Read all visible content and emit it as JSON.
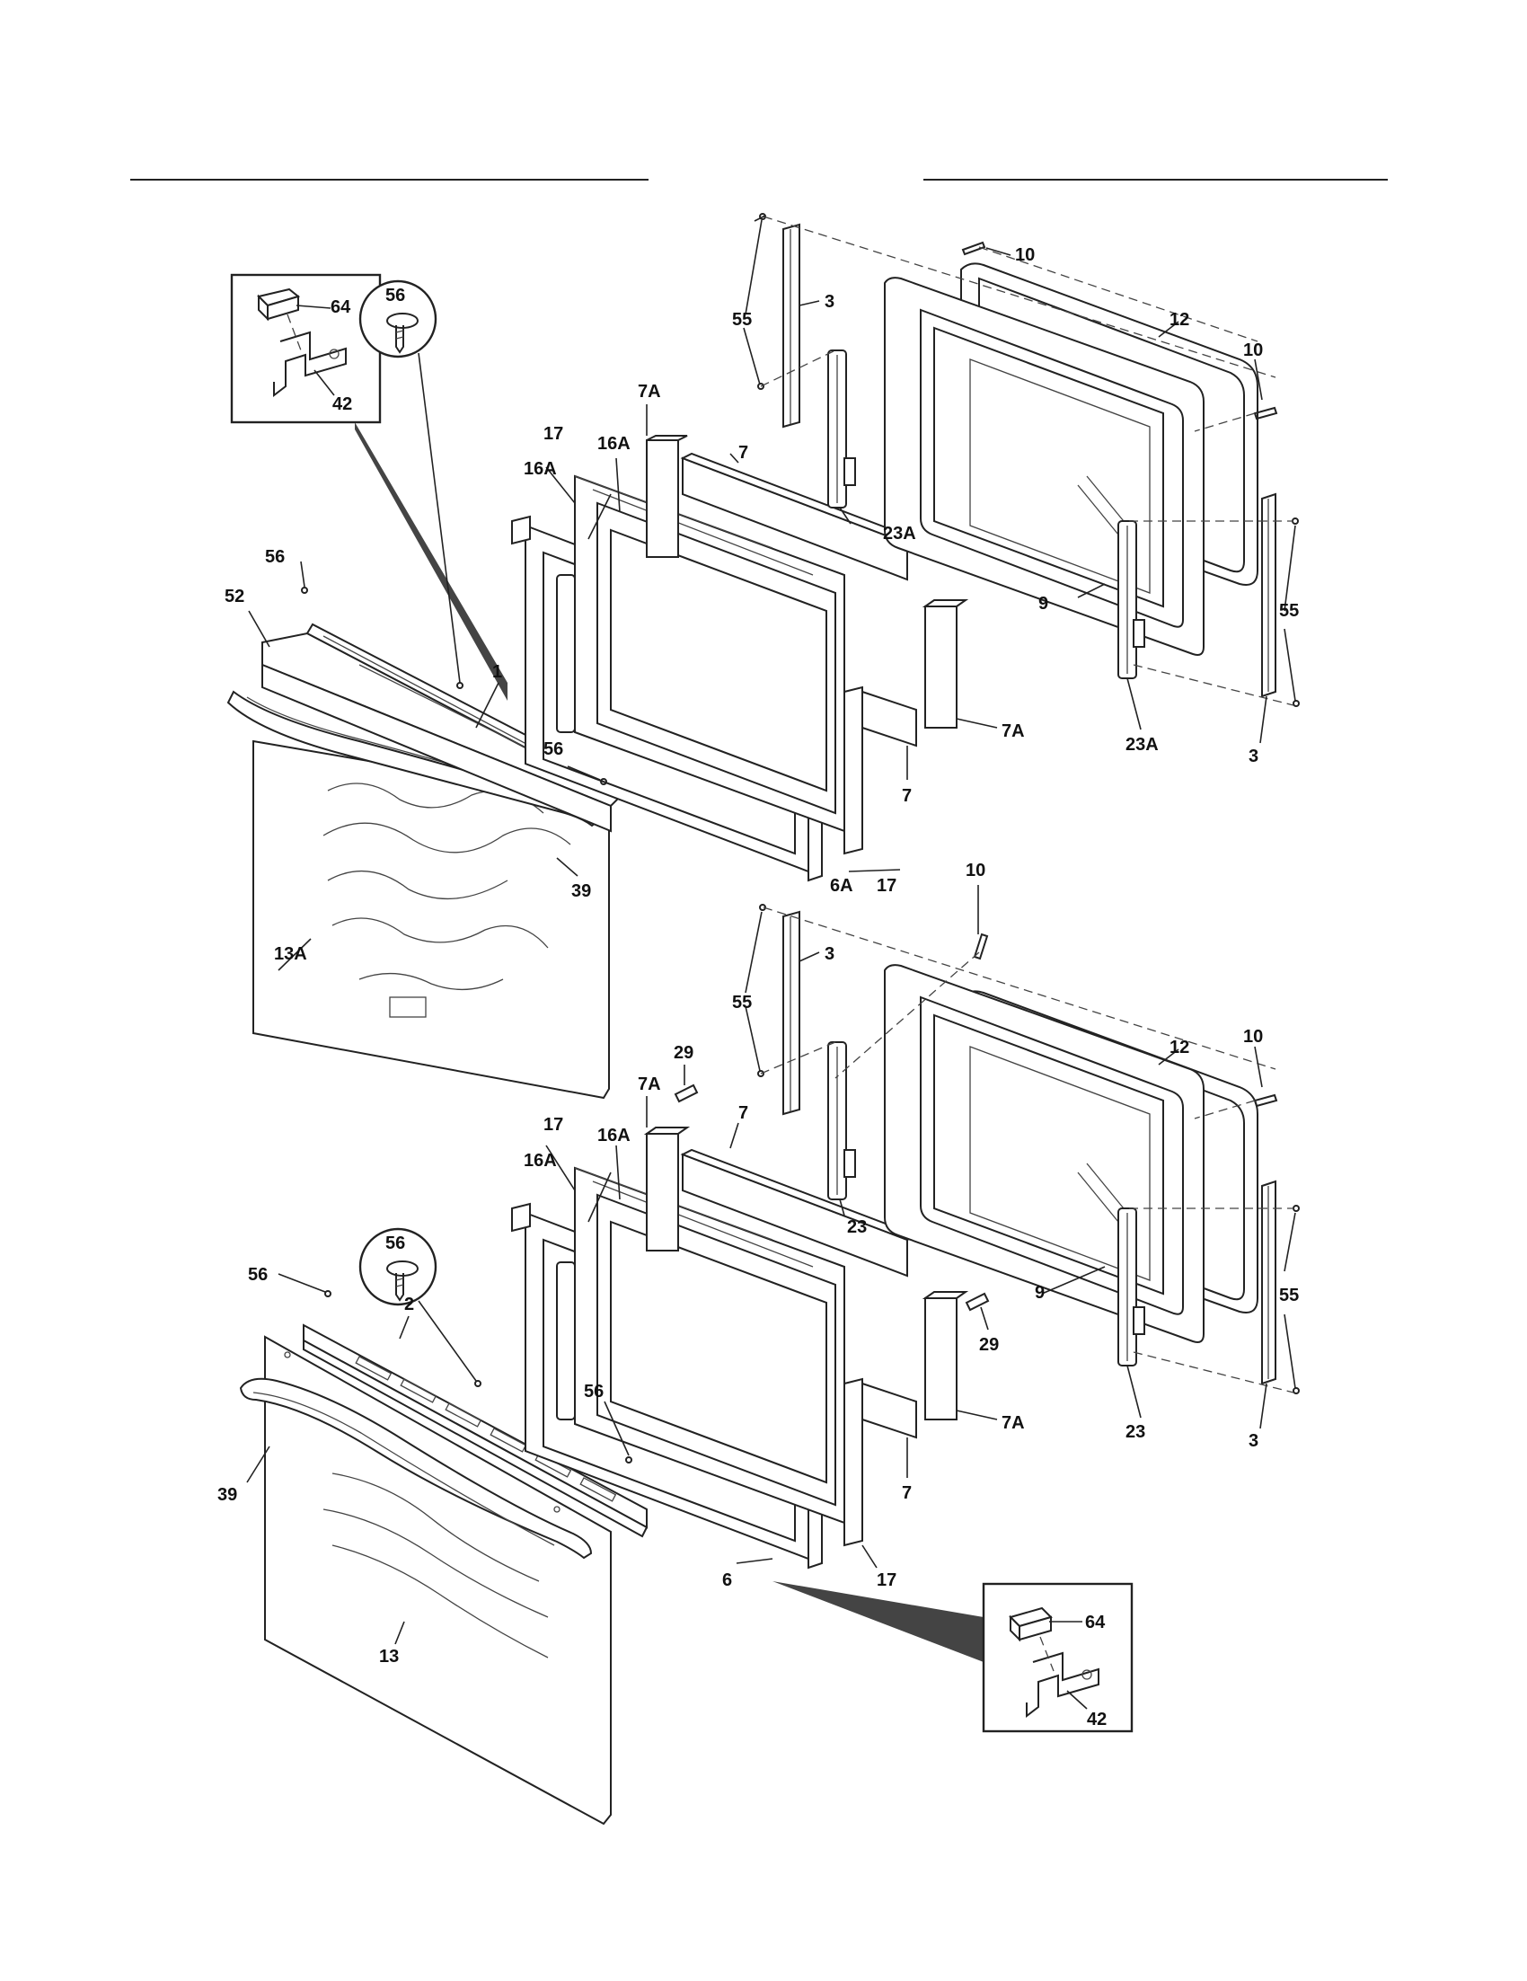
{
  "diagram": {
    "callouts": {
      "upper_inset_64": "64",
      "upper_inset_42": "42",
      "upper_56_circle": "56",
      "upper_56_left": "56",
      "upper_52": "52",
      "upper_1": "1",
      "upper_56_right": "56",
      "upper_39": "39",
      "upper_13A": "13A",
      "upper_17a": "17",
      "upper_16A_a": "16A",
      "upper_16A_b": "16A",
      "upper_7A_top": "7A",
      "upper_7_top": "7",
      "upper_7A_right": "7A",
      "upper_7_bottom": "7",
      "upper_6A": "6A",
      "upper_17b": "17",
      "upper_55_left": "55",
      "upper_3_left": "3",
      "upper_10_top": "10",
      "upper_12": "12",
      "upper_10_right": "10",
      "upper_23A_left": "23A",
      "upper_9": "9",
      "upper_23A_right": "23A",
      "upper_55_right": "55",
      "upper_3_right": "3",
      "lower_10_top": "10",
      "lower_55_left": "55",
      "lower_3_left": "3",
      "lower_29_left": "29",
      "lower_7A_top": "7A",
      "lower_7_top": "7",
      "lower_12": "12",
      "lower_10_right": "10",
      "lower_17a": "17",
      "lower_16A_a": "16A",
      "lower_16A_b": "16A",
      "lower_23_left": "23",
      "lower_9": "9",
      "lower_29_right": "29",
      "lower_55_right": "55",
      "lower_56_circle": "56",
      "lower_56_left": "56",
      "lower_2": "2",
      "lower_56_mid": "56",
      "lower_39": "39",
      "lower_7A_right": "7A",
      "lower_7_bottom": "7",
      "lower_23_right": "23",
      "lower_3_right": "3",
      "lower_6": "6",
      "lower_17b": "17",
      "lower_13": "13",
      "lower_inset_64": "64",
      "lower_inset_42": "42"
    }
  }
}
